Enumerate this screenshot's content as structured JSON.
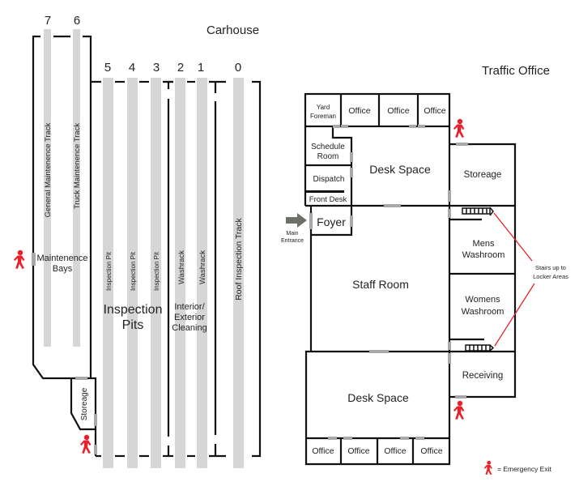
{
  "colors": {
    "wall": "#111111",
    "track": "#d6d6d6",
    "door": "#a8a8a8",
    "exit": "#e8202a",
    "arrow": "#6b7068",
    "leader": "#e8202a",
    "text": "#222222"
  },
  "carhouse": {
    "title": "Carhouse",
    "track_numbers": [
      "7",
      "6",
      "5",
      "4",
      "3",
      "2",
      "1",
      "0"
    ],
    "track_labels": {
      "general_maintenance": "General Maintenence Track",
      "truck_maintenance": "Truck Maintenence Track",
      "inspection_pit": "Inspection Pit",
      "washrack": "Washrack",
      "roof_inspection": "Roof Inspection Track"
    },
    "areas": {
      "maintenance_bays": [
        "Maintenence",
        "Bays"
      ],
      "inspection_pits": [
        "Inspection",
        "Pits"
      ],
      "cleaning": [
        "Interior/",
        "Exterior",
        "Cleaning"
      ],
      "storage": "Storeage"
    }
  },
  "traffic_office": {
    "title": "Traffic Office",
    "rooms": {
      "yard_foreman": [
        "Yard",
        "Foreman"
      ],
      "office": "Office",
      "schedule_room": [
        "Schedule",
        "Room"
      ],
      "dispatch": "Dispatch",
      "front_desk": "Front Desk",
      "desk_space": "Desk Space",
      "foyer": "Foyer",
      "staff_room": "Staff Room",
      "storage": "Storeage",
      "mens_washroom": [
        "Mens",
        "Washroom"
      ],
      "womens_washroom": [
        "Womens",
        "Washroom"
      ],
      "receiving": "Receiving"
    },
    "main_entrance": [
      "Main",
      "Entrance"
    ],
    "stairs_note": [
      "Stairs up to",
      "Locker Areas"
    ]
  },
  "legend": {
    "emergency_exit": "= Emergency Exit"
  }
}
